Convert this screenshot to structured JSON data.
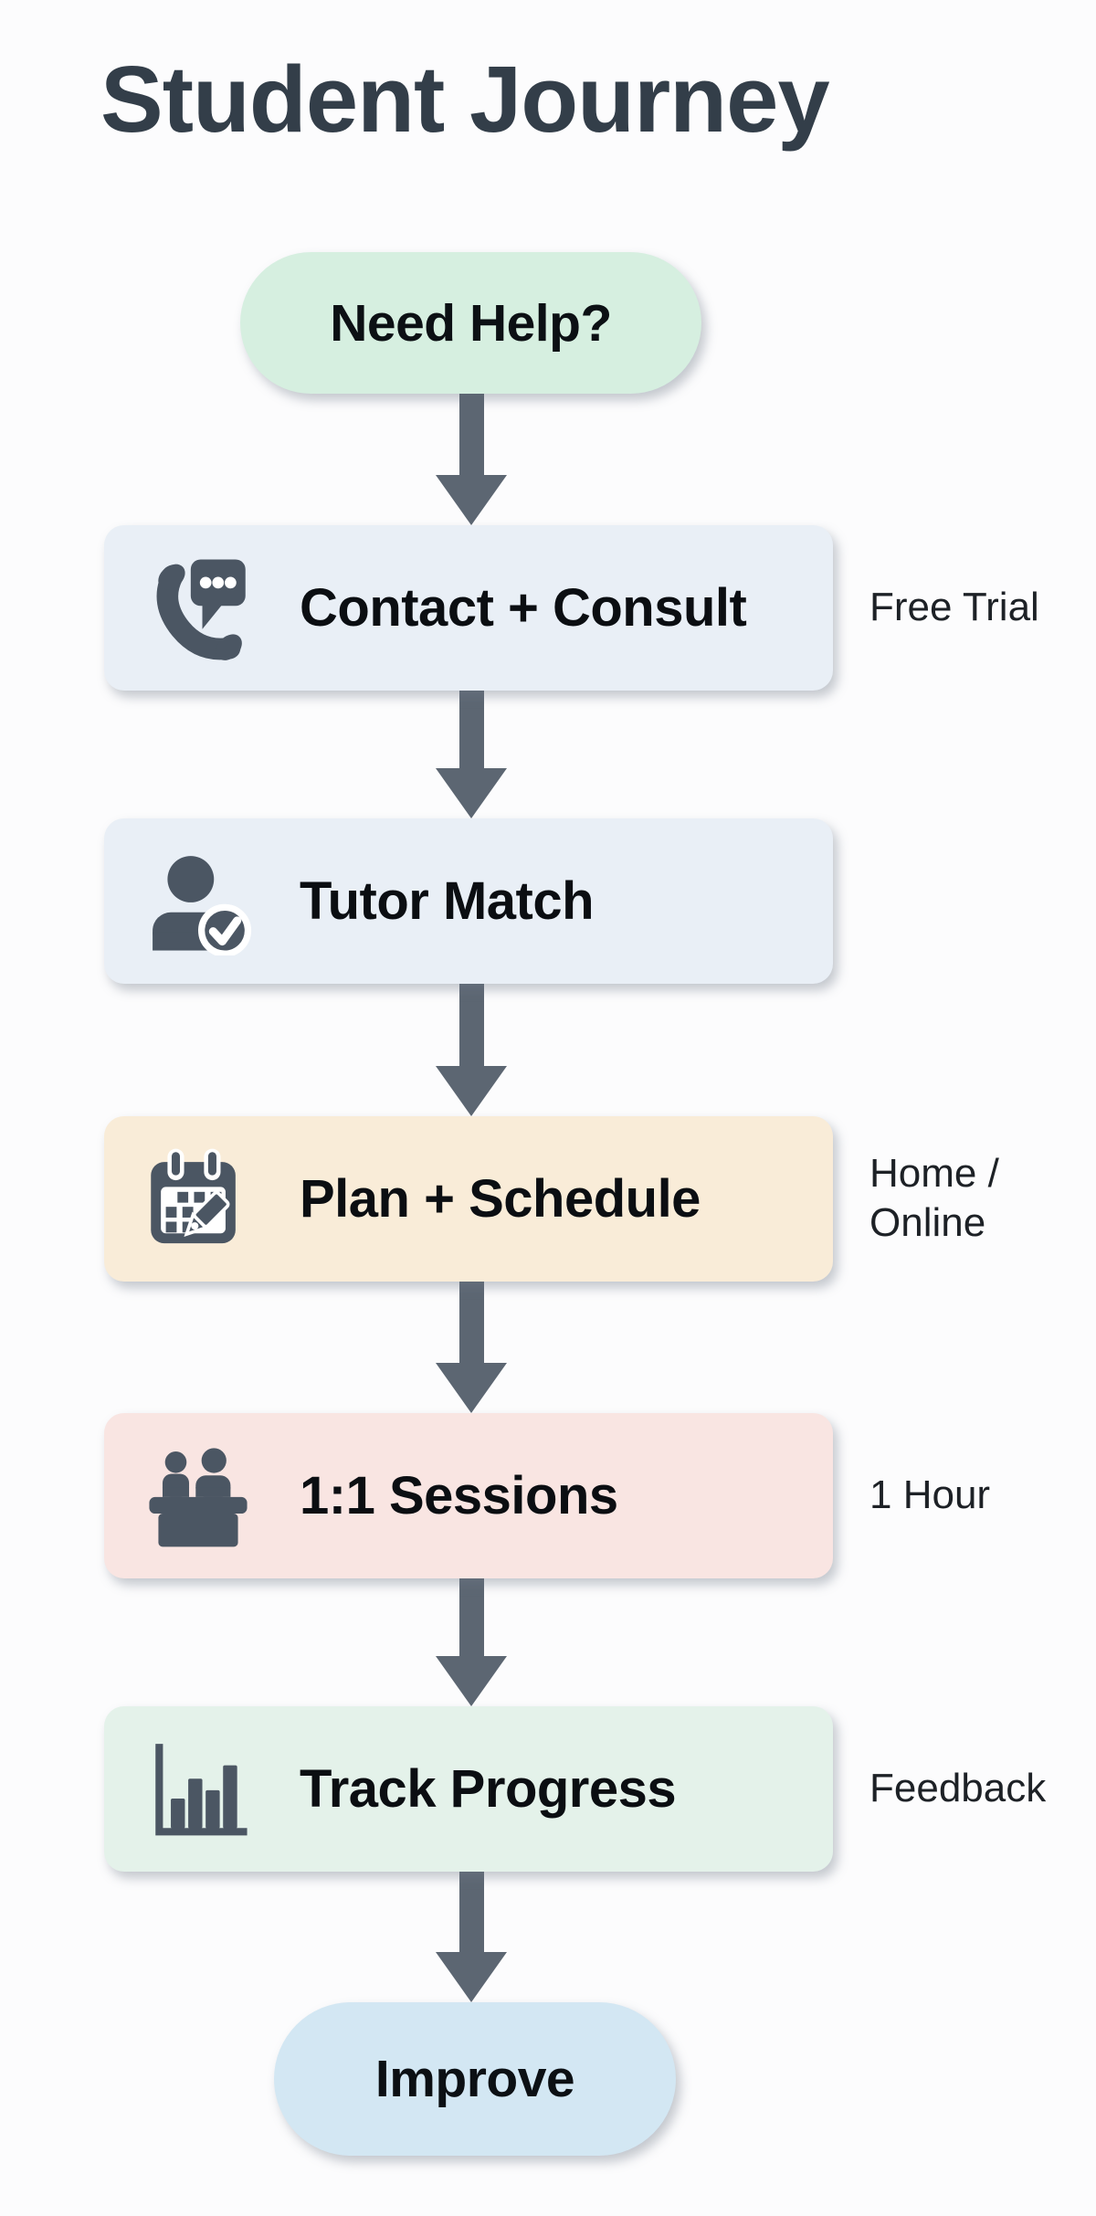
{
  "title": "Student Journey",
  "flow": {
    "start": {
      "label": "Need Help?",
      "fill": "#d6efe0",
      "style": "background:#d6efe0"
    },
    "steps": [
      {
        "label": "Contact + Consult",
        "icon": "phone-chat-icon",
        "note_lines": [
          "Free Trial"
        ],
        "fill": "#e9eff6",
        "style": "background:#e9eff6"
      },
      {
        "label": "Tutor Match",
        "icon": "person-check-icon",
        "note_lines": [],
        "fill": "#e9eff6",
        "style": "background:#e9eff6"
      },
      {
        "label": "Plan + Schedule",
        "icon": "calendar-pencil-icon",
        "note_lines": [
          "Home /",
          "Online"
        ],
        "fill": "#f9ecd8",
        "style": "background:#f9ecd8"
      },
      {
        "label": "1:1 Sessions",
        "icon": "desk-people-icon",
        "note_lines": [
          "1 Hour"
        ],
        "fill": "#f9e5e2",
        "style": "background:#f9e5e2"
      },
      {
        "label": "Track Progress",
        "icon": "bar-chart-icon",
        "note_lines": [
          "Feedback"
        ],
        "fill": "#e4f2ea",
        "style": "background:#e4f2ea"
      }
    ],
    "end": {
      "label": "Improve",
      "fill": "#d3e7f3",
      "style": "background:#d3e7f3"
    }
  },
  "colors": {
    "background": "#fcfcfd",
    "title_text": "#333e49",
    "box_text": "#0b0e12",
    "note_text": "#1d2126",
    "arrow": "#5c6672",
    "icon": "#4b5663"
  }
}
